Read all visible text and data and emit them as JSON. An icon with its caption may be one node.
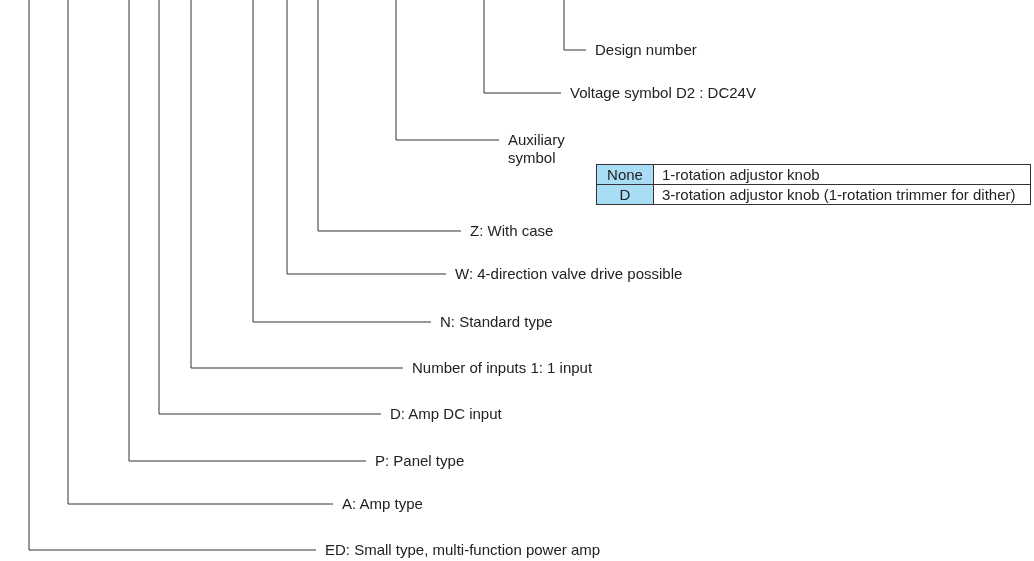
{
  "diagram": {
    "nodes": [
      {
        "text": [
          "Design number"
        ]
      },
      {
        "text": [
          "Voltage symbol  D2 : DC24V"
        ]
      },
      {
        "text": [
          "Auxiliary symbol"
        ]
      },
      {
        "text": [
          "Z: With case"
        ]
      },
      {
        "text": [
          "W: 4-direction valve drive possible"
        ]
      },
      {
        "text": [
          "N: Standard type"
        ]
      },
      {
        "text": [
          "Number of inputs  1: 1 input"
        ]
      },
      {
        "text": [
          "D: Amp DC input"
        ]
      },
      {
        "text": [
          "P: Panel type"
        ]
      },
      {
        "text": [
          "A: Amp type"
        ]
      },
      {
        "text": [
          "ED: Small type, multi-function power amp"
        ]
      }
    ],
    "edges": [
      {
        "from": 0,
        "to": null,
        "arrow": "none"
      },
      {
        "from": 1,
        "to": null,
        "arrow": "none"
      },
      {
        "from": 2,
        "to": null,
        "arrow": "none"
      },
      {
        "from": 3,
        "to": null,
        "arrow": "none"
      },
      {
        "from": 4,
        "to": null,
        "arrow": "none"
      },
      {
        "from": 5,
        "to": null,
        "arrow": "none"
      },
      {
        "from": 6,
        "to": null,
        "arrow": "none"
      },
      {
        "from": 7,
        "to": null,
        "arrow": "none"
      },
      {
        "from": 8,
        "to": null,
        "arrow": "none"
      },
      {
        "from": 9,
        "to": null,
        "arrow": "none"
      },
      {
        "from": 10,
        "to": null,
        "arrow": "none"
      }
    ],
    "labels": [
      "None",
      "1-rotation adjustor knob",
      "D",
      "3-rotation adjustor knob (1-rotation trimmer for dither)"
    ]
  }
}
